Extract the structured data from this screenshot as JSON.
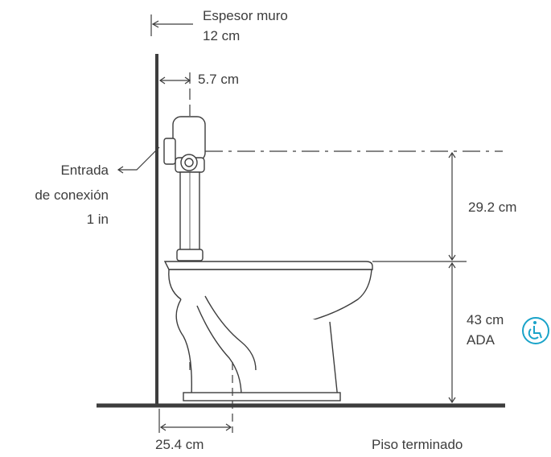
{
  "labels": {
    "wall_thickness_title": "Espesor muro",
    "wall_thickness_value": "12 cm",
    "flush_valve_offset": "5.7 cm",
    "inlet_line1": "Entrada",
    "inlet_line2": "de conexión",
    "inlet_line3": "1 in",
    "valve_height": "29.2 cm",
    "seat_height_value": "43 cm",
    "seat_height_standard": "ADA",
    "rough_in": "25.4 cm",
    "floor": "Piso terminado"
  },
  "icons": {
    "accessibility": "wheelchair-accessibility-icon"
  },
  "colors": {
    "line": "#3d3d3d",
    "accent": "#1aa3c9",
    "floor": "#3d3d3d"
  }
}
